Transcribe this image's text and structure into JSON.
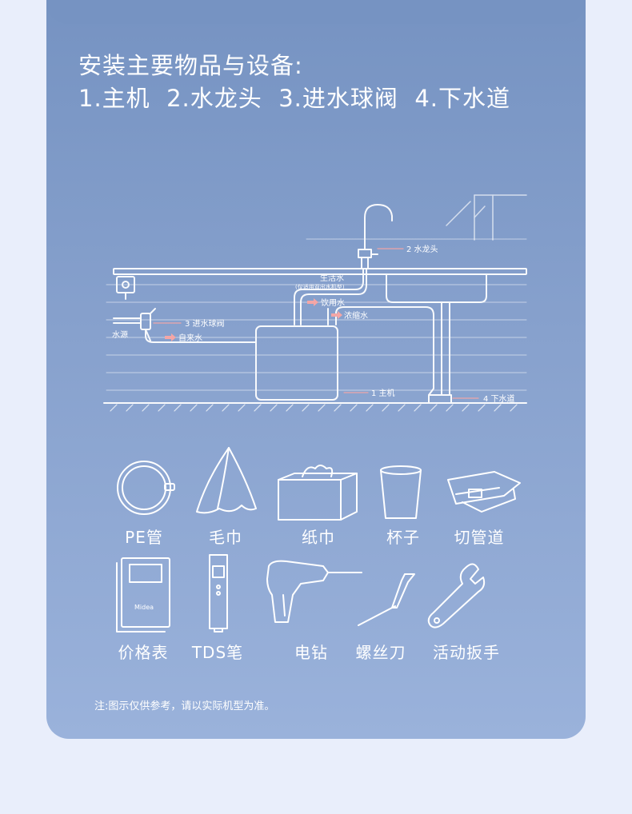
{
  "header": {
    "title_line1": "安装主要物品与设备:",
    "title_line2": "1.主机  2.水龙头  3.进水球阀  4.下水道"
  },
  "diagram": {
    "faucet": "2 水龙头",
    "living_water": "生活水",
    "living_water_note": "(仅适用双出水机型)",
    "drinking_water": "饮用水",
    "concentrate": "浓缩水",
    "inlet_valve": "3 进水球阀",
    "water_source": "水源",
    "tap_water": "自来水",
    "host": "1 主机",
    "drain": "4 下水道"
  },
  "items_row1": [
    "PE管",
    "毛巾",
    "纸巾",
    "杯子",
    "切管道"
  ],
  "items_row2": [
    "价格表",
    "TDS笔",
    "电钻",
    "螺丝刀",
    "活动扳手"
  ],
  "icons": {
    "brand_text": "Midea"
  },
  "footer": {
    "note": "注:图示仅供参考，请以实际机型为准。"
  },
  "colors": {
    "card_top": "#7693c2",
    "card_bottom": "#9ab2db",
    "line": "#ffffff",
    "arrow": "#f4a6a6"
  }
}
